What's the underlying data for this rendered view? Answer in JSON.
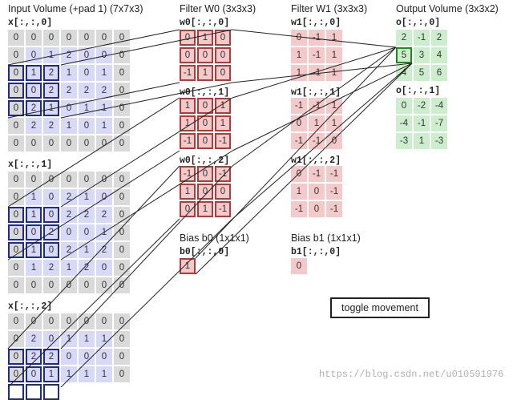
{
  "titles": {
    "input": "Input Volume (+pad 1) (7x7x3)",
    "w0": "Filter W0 (3x3x3)",
    "w1": "Filter W1 (3x3x3)",
    "output": "Output Volume (3x3x2)",
    "b0": "Bias b0 (1x1x1)",
    "b1": "Bias b1 (1x1x1)"
  },
  "input": {
    "labels": [
      "x[:,:,0]",
      "x[:,:,1]",
      "x[:,:,2]"
    ],
    "slices": [
      [
        [
          "0",
          "0",
          "0",
          "0",
          "0",
          "0",
          "0"
        ],
        [
          "0",
          "0",
          "1",
          "2",
          "0",
          "0",
          "0"
        ],
        [
          "0",
          "1",
          "2",
          "1",
          "0",
          "1",
          "0"
        ],
        [
          "0",
          "0",
          "2",
          "2",
          "2",
          "2",
          "0"
        ],
        [
          "0",
          "2",
          "1",
          "0",
          "1",
          "1",
          "0"
        ],
        [
          "0",
          "2",
          "2",
          "1",
          "0",
          "1",
          "0"
        ],
        [
          "0",
          "0",
          "0",
          "0",
          "0",
          "0",
          "0"
        ]
      ],
      [
        [
          "0",
          "0",
          "0",
          "0",
          "0",
          "0",
          "0"
        ],
        [
          "0",
          "1",
          "0",
          "2",
          "1",
          "0",
          "0"
        ],
        [
          "0",
          "1",
          "0",
          "2",
          "2",
          "2",
          "0"
        ],
        [
          "0",
          "0",
          "2",
          "0",
          "0",
          "1",
          "0"
        ],
        [
          "0",
          "1",
          "0",
          "2",
          "1",
          "2",
          "0"
        ],
        [
          "0",
          "1",
          "2",
          "1",
          "2",
          "0",
          "0"
        ],
        [
          "0",
          "0",
          "0",
          "0",
          "0",
          "0",
          "0"
        ]
      ],
      [
        [
          "0",
          "0",
          "0",
          "0",
          "0",
          "0",
          "0"
        ],
        [
          "0",
          "2",
          "0",
          "1",
          "1",
          "1",
          "0"
        ],
        [
          "0",
          "2",
          "2",
          "0",
          "0",
          "0",
          "0"
        ],
        [
          "0",
          "0",
          "1",
          "1",
          "1",
          "1",
          "0"
        ]
      ]
    ]
  },
  "w0": {
    "labels": [
      "w0[:,:,0]",
      "w0[:,:,1]",
      "w0[:,:,2]"
    ],
    "slices": [
      [
        [
          "0",
          "1",
          "0"
        ],
        [
          "0",
          "0",
          "0"
        ],
        [
          "-1",
          "1",
          "0"
        ]
      ],
      [
        [
          "1",
          "0",
          "1"
        ],
        [
          "1",
          "0",
          "1"
        ],
        [
          "-1",
          "0",
          "-1"
        ]
      ],
      [
        [
          "-1",
          "0",
          "-1"
        ],
        [
          "1",
          "0",
          "0"
        ],
        [
          "0",
          "1",
          "-1"
        ]
      ]
    ]
  },
  "w1": {
    "labels": [
      "w1[:,:,0]",
      "w1[:,:,1]",
      "w1[:,:,2]"
    ],
    "slices": [
      [
        [
          "0",
          "-1",
          "1"
        ],
        [
          "1",
          "-1",
          "1"
        ],
        [
          "1",
          "-1",
          "1"
        ]
      ],
      [
        [
          "-1",
          "-1",
          "1"
        ],
        [
          "0",
          "1",
          "1"
        ],
        [
          "-1",
          "-1",
          "0"
        ]
      ],
      [
        [
          "0",
          "-1",
          "-1"
        ],
        [
          "1",
          "0",
          "-1"
        ],
        [
          "-1",
          "0",
          "-1"
        ]
      ]
    ]
  },
  "b0": {
    "label": "b0[:,:,0]",
    "value": "1"
  },
  "b1": {
    "label": "b1[:,:,0]",
    "value": "0"
  },
  "output": {
    "labels": [
      "o[:,:,0]",
      "o[:,:,1]"
    ],
    "slices": [
      [
        [
          "2",
          "-1",
          "2"
        ],
        [
          "5",
          "3",
          "4"
        ],
        [
          "4",
          "5",
          "6"
        ]
      ],
      [
        [
          "0",
          "-2",
          "-4"
        ],
        [
          "-4",
          "-1",
          "-7"
        ],
        [
          "-3",
          "1",
          "-3"
        ]
      ]
    ]
  },
  "toggle_label": "toggle movement",
  "watermark": "https://blog.csdn.net/u010591976"
}
